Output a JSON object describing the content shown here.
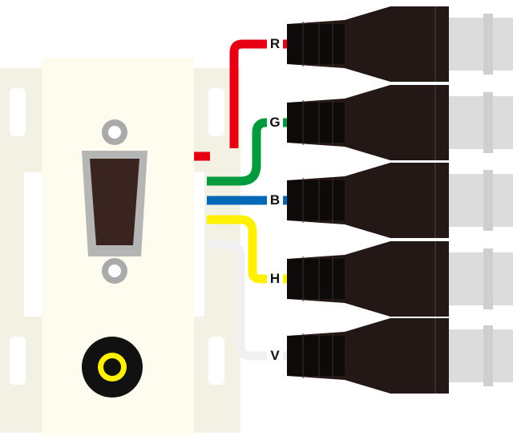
{
  "diagram": {
    "labels": [
      {
        "text": "R",
        "color": "#e60012"
      },
      {
        "text": "G",
        "color": "#009b3e"
      },
      {
        "text": "B",
        "color": "#0068b7"
      },
      {
        "text": "H",
        "color": "#fff100"
      },
      {
        "text": "V",
        "color": "#f0f0f0"
      }
    ],
    "colors": {
      "plate": "#fefcee",
      "bracket": "#f3f1e4",
      "boot": "#231815",
      "bnc": "#dcdcdc"
    }
  }
}
